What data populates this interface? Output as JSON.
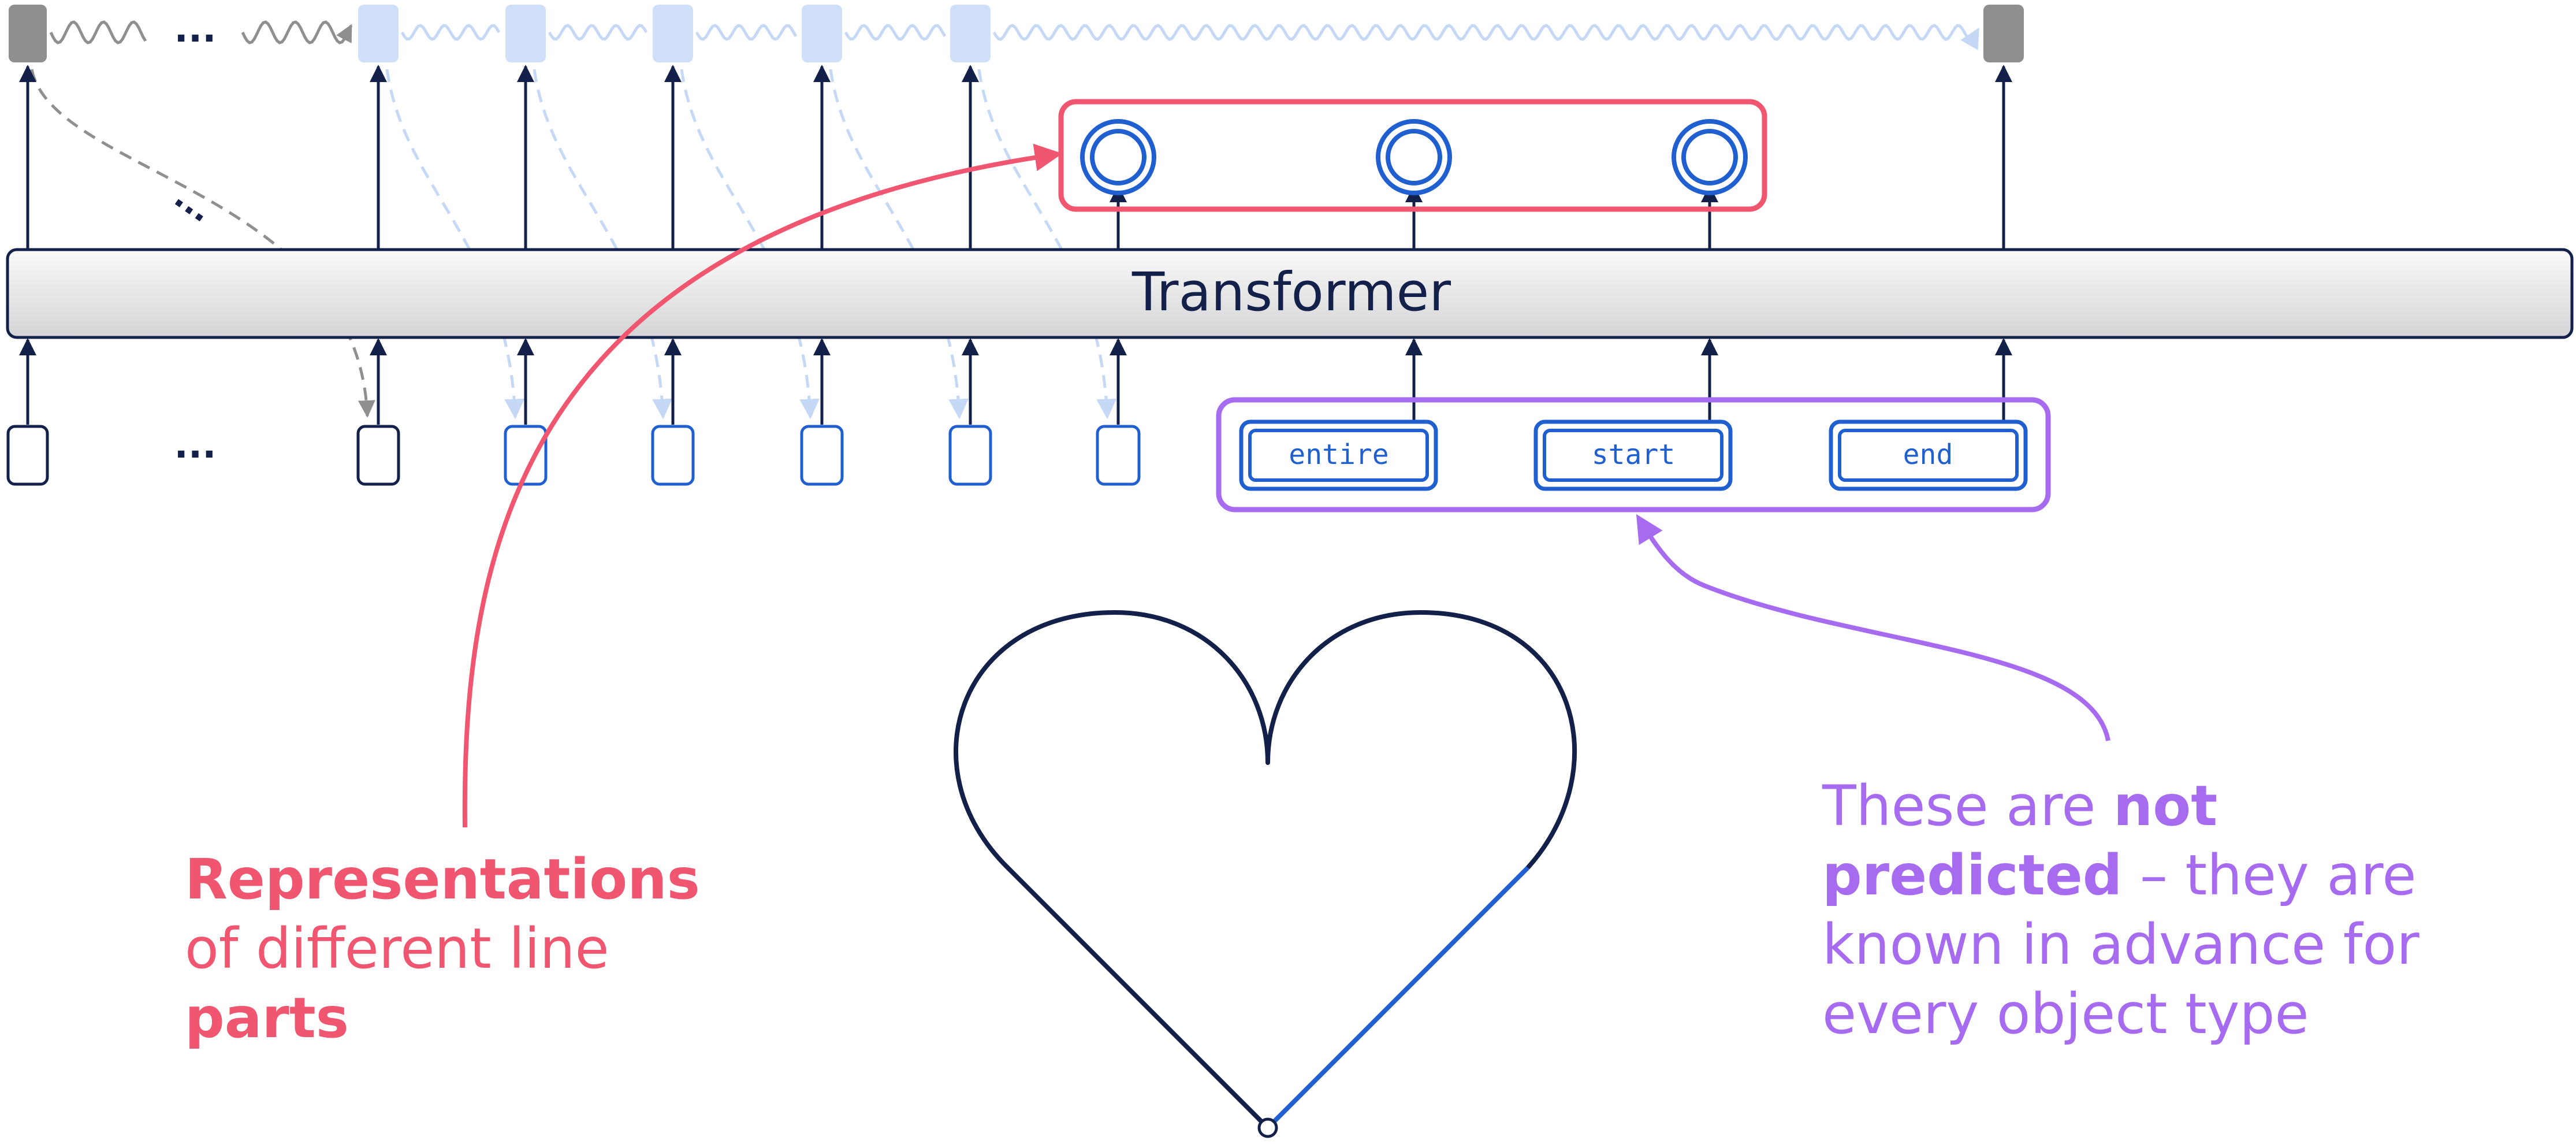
{
  "transformer": {
    "label": "Transformer"
  },
  "special_tokens": {
    "entire": "entire",
    "start": "start",
    "end": "end"
  },
  "ellipses": {
    "top": "...",
    "middle": "...",
    "bottom": "..."
  },
  "annotations": {
    "representations": {
      "bold1": "Representations",
      "text1": " of different line ",
      "bold2": "parts"
    },
    "not_predicted": {
      "text1": "These are ",
      "bold1": "not predicted",
      "text2": " – they are known in advance for every object type"
    }
  },
  "colors": {
    "navy": "#13204a",
    "blue": "#1f5fd0",
    "light_blue": "#cfdff8",
    "gray": "#8f8f8f",
    "red": "#f0566f",
    "purple": "#a76bf0"
  }
}
